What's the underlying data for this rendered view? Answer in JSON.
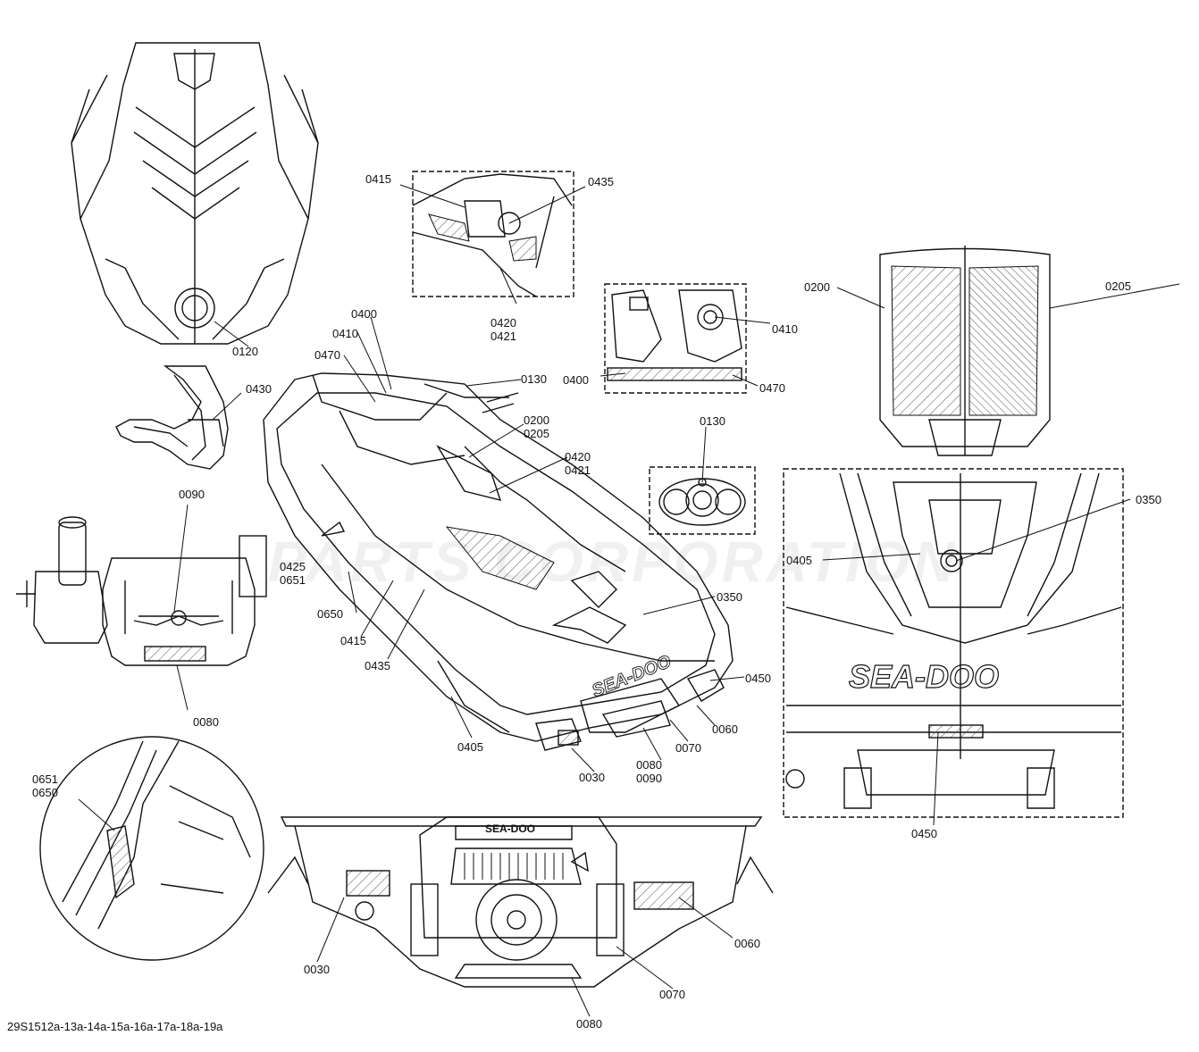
{
  "watermark": "PARTS CORPORATION",
  "footer": "29S1512a-13a-14a-15a-16a-17a-18a-19a",
  "brand": "SEA-DOO",
  "labels": [
    "0120",
    "0430",
    "0090",
    "0080",
    "0651\n0650",
    "0415",
    "0435",
    "0420\n0421",
    "0400",
    "0410",
    "0470",
    "0130",
    "0200\n0205",
    "0420\n0421",
    "0425\n0651",
    "0650",
    "0415",
    "0435",
    "0350",
    "0450",
    "0405",
    "0060",
    "0070",
    "0030",
    "0080\n0090",
    "0410",
    "0400",
    "0470",
    "0130",
    "0200",
    "0205",
    "0350",
    "0405",
    "0450",
    "0030",
    "0060",
    "0070",
    "0080"
  ],
  "colors": {
    "line": "#111111",
    "hatch": "#555555",
    "paper": "#ffffff"
  }
}
